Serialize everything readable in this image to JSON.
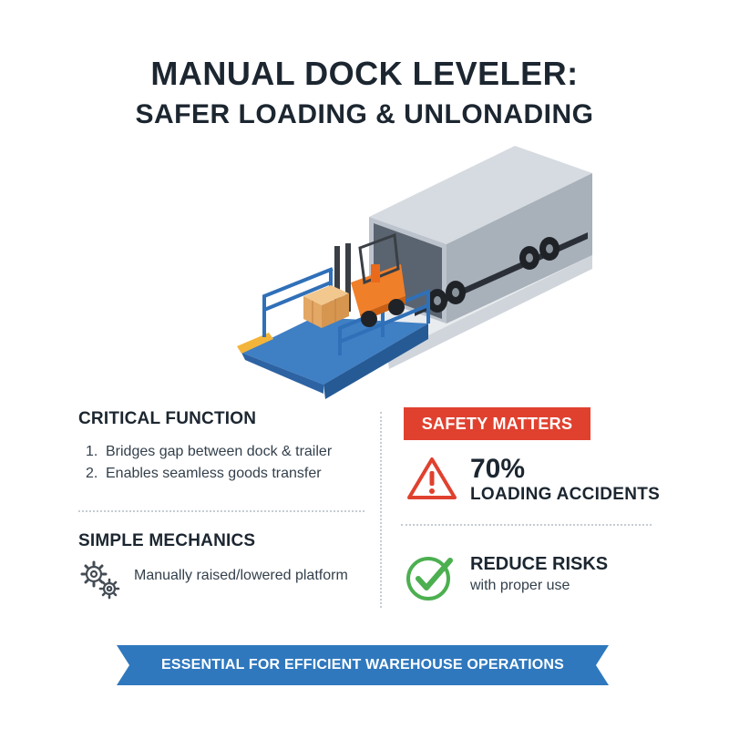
{
  "title": {
    "line1": "MANUAL DOCK LEVELER:",
    "line2": "SAFER LOADING & UNLONADING"
  },
  "critical_function": {
    "heading": "CRITICAL FUNCTION",
    "items": [
      {
        "num": "1.",
        "text": "Bridges gap between dock & trailer"
      },
      {
        "num": "2.",
        "text": "Enables seamless goods transfer"
      }
    ]
  },
  "simple_mechanics": {
    "heading": "SIMPLE MECHANICS",
    "icon": "gears-icon",
    "text": "Manually raised/lowered platform"
  },
  "safety": {
    "badge": "SAFETY MATTERS",
    "badge_color": "#e0412f",
    "stat_icon": "warning-triangle-icon",
    "stat_value": "70%",
    "stat_label": "LOADING ACCIDENTS",
    "risk_icon": "checkmark-circle-icon",
    "risk_color": "#4caf50",
    "risk_title": "REDUCE RISKS",
    "risk_subtitle": "with proper use"
  },
  "banner": {
    "text": "ESSENTIAL FOR EFFICIENT WAREHOUSE OPERATIONS",
    "color": "#2f78be"
  },
  "illustration": {
    "icon": "dock-leveler-forklift-truck-illustration"
  }
}
